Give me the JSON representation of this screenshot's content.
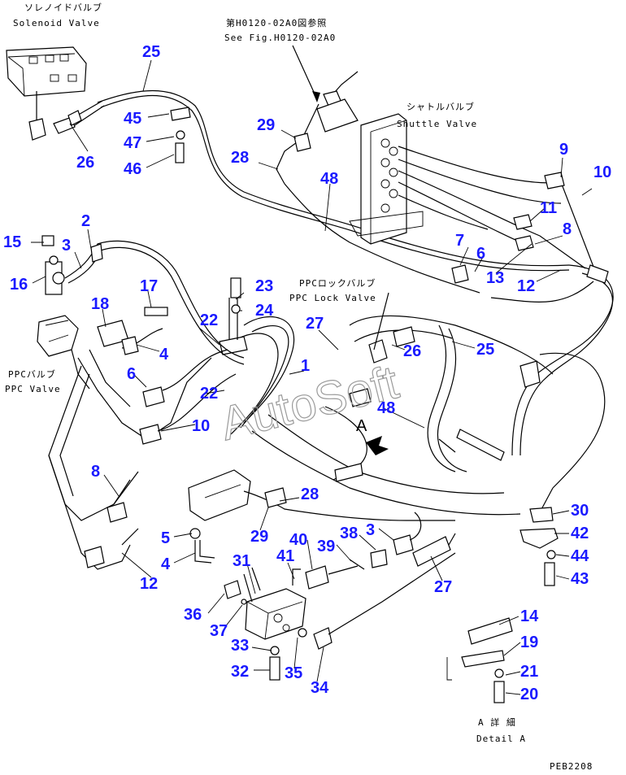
{
  "labels": {
    "solenoid_jp": "ソレノイドバルブ",
    "solenoid_en": "Solenoid Valve",
    "ref_jp": "第H0120-02A0図参照",
    "ref_en": "See Fig.H0120-02A0",
    "shuttle_jp": "シャトルバルブ",
    "shuttle_en": "Shuttle Valve",
    "ppclock_jp": "PPCロックバルブ",
    "ppclock_en": "PPC Lock Valve",
    "ppc_jp": "PPCバルブ",
    "ppc_en": "PPC Valve",
    "detail_jp": "A 詳 細",
    "detail_en": "Detail A",
    "view_marker": "A",
    "watermark": "AutoSoft",
    "page_code": "PEB2208"
  },
  "callouts": [
    "25",
    "45",
    "47",
    "46",
    "26",
    "29",
    "28",
    "48",
    "9",
    "10",
    "11",
    "8",
    "7",
    "6",
    "13",
    "12",
    "2",
    "15",
    "3",
    "16",
    "17",
    "18",
    "4",
    "6",
    "22",
    "22",
    "23",
    "24",
    "27",
    "1",
    "26",
    "25",
    "48",
    "10",
    "8",
    "12",
    "5",
    "4",
    "28",
    "29",
    "31",
    "41",
    "40",
    "39",
    "38",
    "3",
    "27",
    "36",
    "37",
    "33",
    "32",
    "35",
    "34",
    "30",
    "42",
    "44",
    "43",
    "14",
    "19",
    "21",
    "20"
  ],
  "colors": {
    "callout": "#1a1aff",
    "line": "#000000",
    "watermark": "#9a9a9a"
  }
}
